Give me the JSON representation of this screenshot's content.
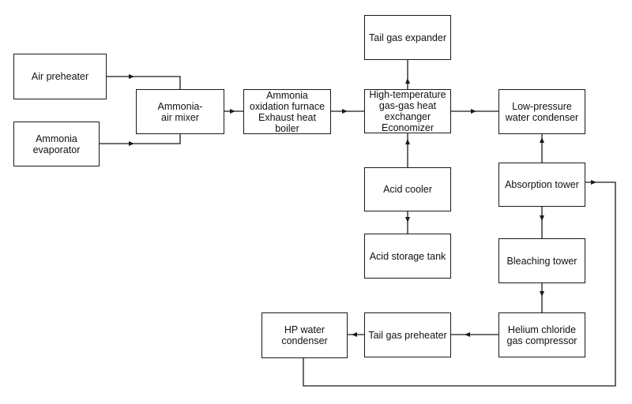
{
  "diagram": {
    "line_color": "#1a1a1a",
    "nodes": {
      "air_preheater": "Air preheater",
      "ammonia_evaporator": "Ammonia\nevaporator",
      "ammonia_air_mixer": "Ammonia-\nair mixer",
      "oxidation_furnace": "Ammonia\noxidation furnace\nExhaust heat boiler",
      "tail_gas_expander": "Tail gas expander",
      "heat_exchanger": "High-temperature\ngas-gas heat\nexchanger\nEconomizer",
      "acid_cooler": "Acid cooler",
      "acid_storage_tank": "Acid storage tank",
      "low_pressure_condenser": "Low-pressure\nwater condenser",
      "absorption_tower": "Absorption tower",
      "bleaching_tower": "Bleaching tower",
      "compressor": "Helium chloride\ngas compressor",
      "tail_gas_preheater": "Tail gas preheater",
      "hp_water_condenser": "HP water\ncondenser"
    }
  }
}
